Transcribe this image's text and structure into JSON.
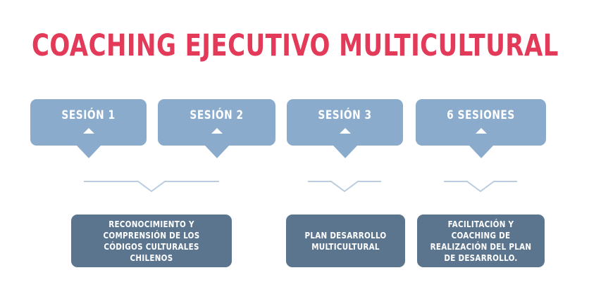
{
  "page": {
    "title": "COACHING EJECUTIVO MULTICULTURAL",
    "background_color": "#FFFFFF"
  },
  "colors": {
    "title_red": "#E23A58",
    "session_box_blue": "#8BABCC",
    "outcome_box_slate": "#5B758F",
    "connector_line": "#B9CCE0",
    "text_white": "#FFFFFF"
  },
  "sessions": [
    {
      "label": "SESIÓN 1"
    },
    {
      "label": "SESIÓN 2"
    },
    {
      "label": "SESIÓN 3"
    },
    {
      "label": "6 SESIONES"
    }
  ],
  "outcomes": [
    {
      "text": "RECONOCIMIENTO Y COMPRENSIÓN DE LOS CÓDIGOS CULTURALES CHILENOS"
    },
    {
      "text": "PLAN DESARROLLO MULTICULTURAL"
    },
    {
      "text": "FACILITACIÓN Y COACHING DE REALIZACIÓN DEL PLAN DE DESARROLLO."
    }
  ]
}
